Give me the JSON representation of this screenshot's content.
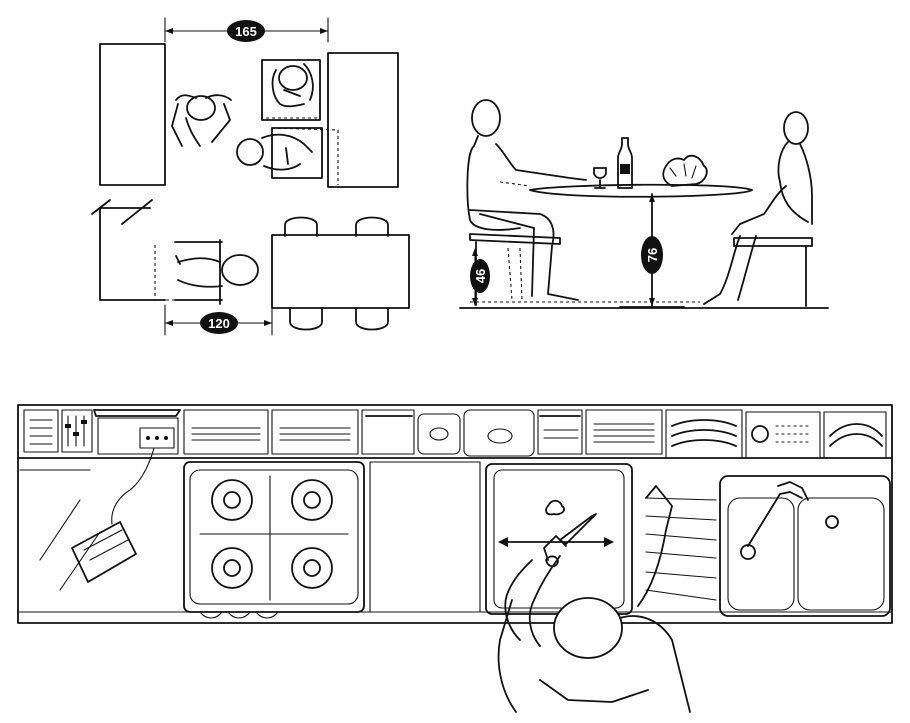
{
  "dimensions": {
    "top_width": "165",
    "bottom_width": "120",
    "seat_height": "46",
    "table_height": "76"
  },
  "icons": [
    "person-seated-icon",
    "chair-icon",
    "table-icon",
    "wine-bottle-icon",
    "wine-glass-icon",
    "flower-vase-icon",
    "toaster-icon",
    "gas-hob-icon",
    "sink-icon",
    "dish-rack-icon",
    "knife-icon"
  ],
  "colors": {
    "ink": "#111111",
    "paper": "#ffffff"
  }
}
